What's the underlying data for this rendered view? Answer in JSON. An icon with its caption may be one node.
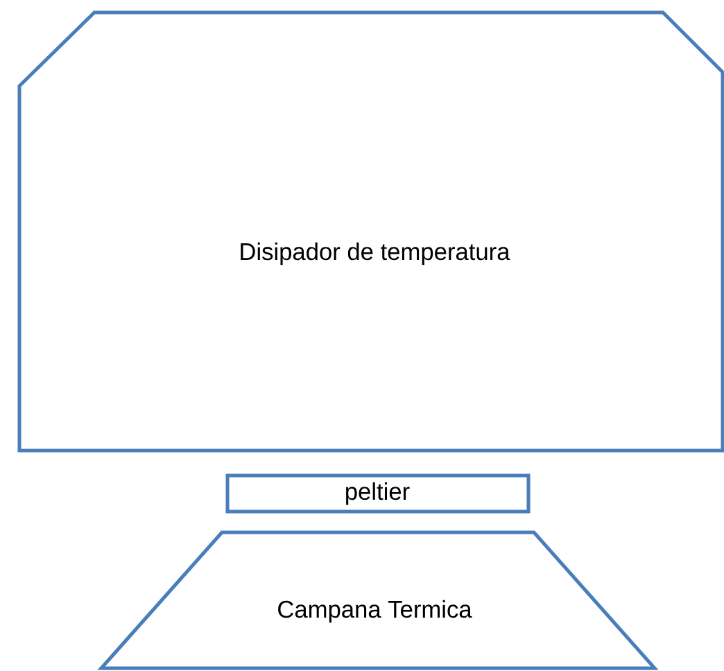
{
  "diagram": {
    "nodes": [
      {
        "text": [
          "Disipador de temperatura"
        ]
      },
      {
        "text": [
          "peltier"
        ]
      },
      {
        "text": [
          "Campana Termica"
        ]
      }
    ]
  }
}
